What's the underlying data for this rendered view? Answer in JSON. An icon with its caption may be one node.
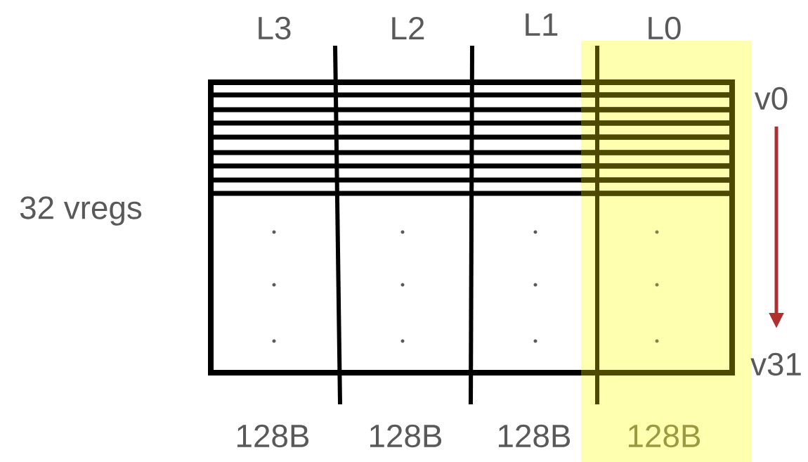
{
  "diagram": {
    "labels": [
      "L3",
      "L2",
      "L1",
      "L0",
      "v0",
      "32 vregs",
      "v31",
      "128B",
      "128B",
      "128B",
      "128B"
    ]
  }
}
